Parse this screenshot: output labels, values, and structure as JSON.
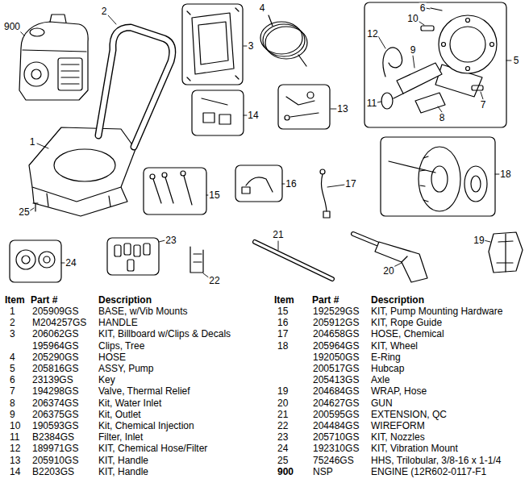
{
  "diagram": {
    "labels": [
      "900",
      "2",
      "4",
      "6",
      "10",
      "12",
      "3",
      "9",
      "5",
      "7",
      "11",
      "13",
      "14",
      "8",
      "1",
      "18",
      "17",
      "16",
      "15",
      "25",
      "21",
      "23",
      "19",
      "24",
      "20",
      "22",
      "Item",
      "Part #",
      "Description",
      "1",
      "205909GS",
      "BASE, w/Vib Mounts",
      "2",
      "M204257GS",
      "HANDLE",
      "3",
      "206062GS",
      "KIT, Billboard w/Clips & Decals",
      "195964GS",
      "Clips, Tree",
      "4",
      "205290GS",
      "HOSE",
      "5",
      "205816GS",
      "ASSY, Pump",
      "6",
      "23139GS",
      "Key",
      "7",
      "194298GS",
      "Valve, Thermal Relief",
      "8",
      "206374GS",
      "Kit, Water Inlet",
      "9",
      "206375GS",
      "Kit, Outlet",
      "10",
      "190593GS",
      "Kit, Chemical Injection",
      "11",
      "B2384GS",
      "Filter, Inlet",
      "12",
      "189971GS",
      "KIT, Chemical Hose/Filter",
      "13",
      "205910GS",
      "KIT, Handle",
      "14",
      "B2203GS",
      "KIT, Handle",
      "Item",
      "Part #",
      "Description",
      "15",
      "192529GS",
      "KIT, Pump Mounting Hardware",
      "16",
      "205912GS",
      "KIT, Rope Guide",
      "17",
      "204658GS",
      "HOSE, Chemical",
      "18",
      "205964GS",
      "KIT, Wheel",
      "192050GS",
      "E-Ring",
      "200517GS",
      "Hubcap",
      "205413GS",
      "Axle",
      "19",
      "204684GS",
      "WRAP, Hose",
      "20",
      "204627GS",
      "GUN",
      "21",
      "200595GS",
      "EXTENSION, QC",
      "22",
      "204484GS",
      "WIREFORM",
      "23",
      "205710GS",
      "KIT, Nozzles",
      "24",
      "192310GS",
      "KIT, Vibration Mount",
      "25",
      "75246GS",
      "HHS, Trilobular, 3/8-16 x 1-1/4",
      "900",
      "NSP",
      "ENGINE (12R602-0117-F1"
    ]
  }
}
